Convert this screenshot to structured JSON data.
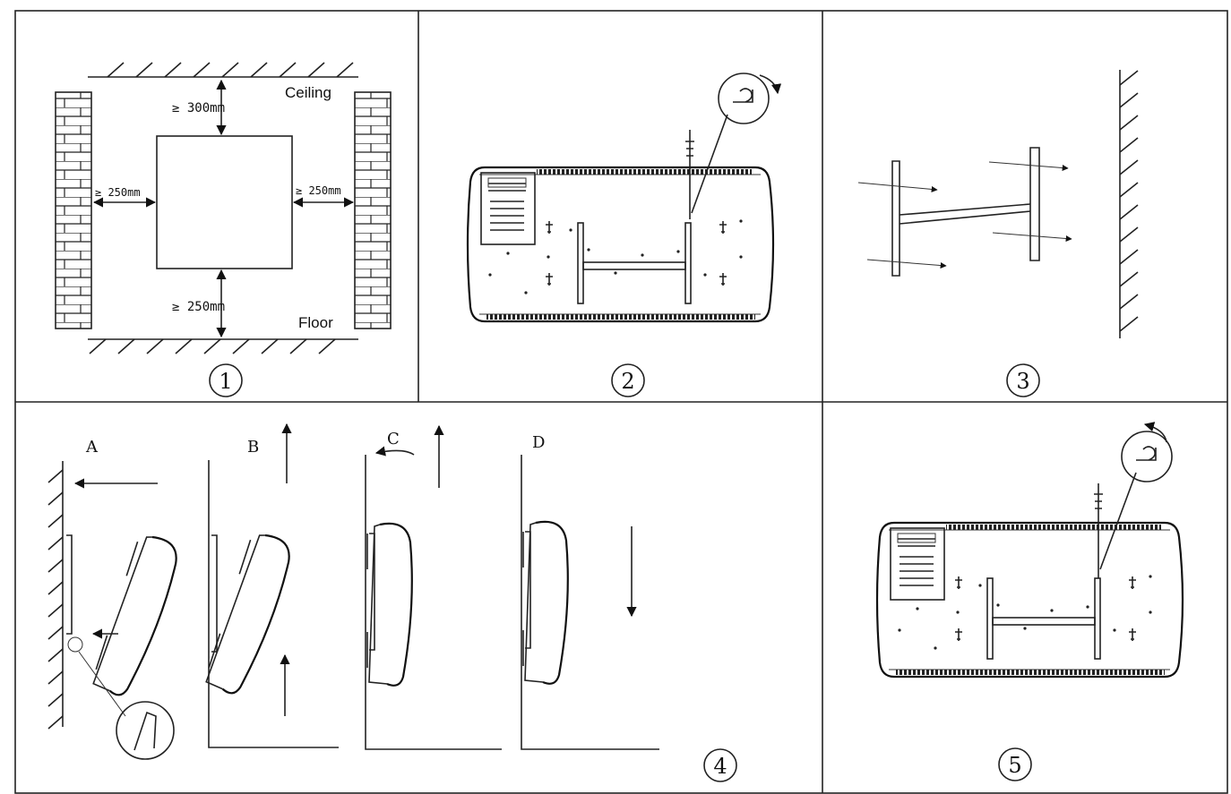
{
  "panel1": {
    "ceiling_label": "Ceiling",
    "floor_label": "Floor",
    "top_clearance": "≥ 300mm",
    "left_clearance": "≥ 250mm",
    "right_clearance": "≥ 250mm",
    "bottom_clearance": "≥ 250mm",
    "step_number": "1"
  },
  "panel2": {
    "step_number": "2"
  },
  "panel3": {
    "step_number": "3"
  },
  "panel4": {
    "step_number": "4",
    "sub_steps": [
      {
        "label": "A"
      },
      {
        "label": "B"
      },
      {
        "label": "C"
      },
      {
        "label": "D"
      }
    ]
  },
  "panel5": {
    "step_number": "5"
  }
}
